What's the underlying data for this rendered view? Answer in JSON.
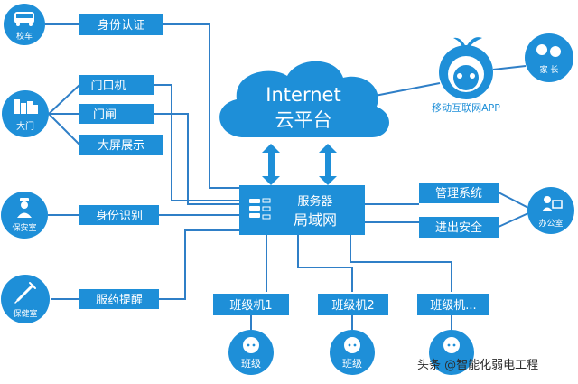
{
  "colors": {
    "primary": "#1e8fd8",
    "line": "#2f7fc7",
    "white": "#ffffff"
  },
  "nodes": {
    "school_bus": "校车",
    "gate": "大门",
    "security_room": "保安室",
    "clinic": "保健室",
    "parents": "家 长",
    "office": "办公室",
    "class": "班级"
  },
  "boxes": {
    "id_auth": "身份认证",
    "gate_machine": "门口机",
    "turnstile": "门闸",
    "big_screen": "大屏展示",
    "id_recognition": "身份识别",
    "medicine_reminder": "服药提醒",
    "management_system": "管理系统",
    "entry_exit_safety": "进出安全",
    "class_machine_1": "班级机1",
    "class_machine_2": "班级机2",
    "class_machine_more": "班级机..."
  },
  "cloud": {
    "title": "Internet",
    "subtitle": "云平台"
  },
  "server": {
    "title": "服务器",
    "subtitle": "局域网"
  },
  "mobile_app": "移动互联网APP",
  "watermark": "头条 @智能化弱电工程",
  "icons": [
    "bus-icon",
    "building-icon",
    "guard-icon",
    "syringe-icon",
    "camera-robot-icon",
    "family-icon",
    "office-worker-icon",
    "child-face-icon",
    "server-rack-icon"
  ]
}
